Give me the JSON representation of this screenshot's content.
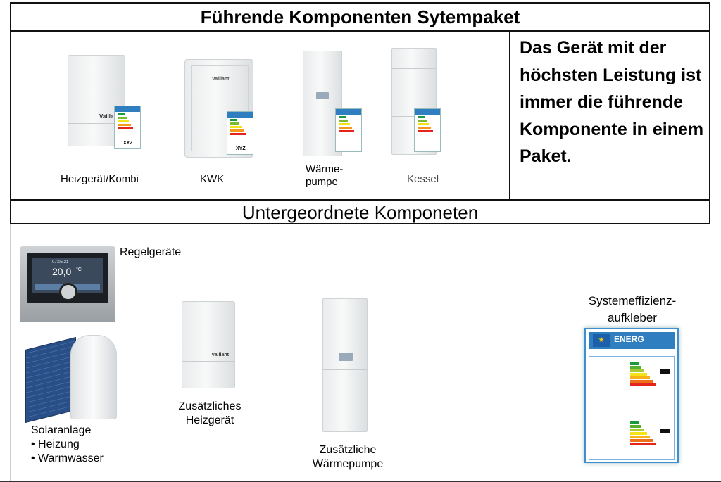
{
  "header": {
    "title": "Führende Komponenten Sytempaket",
    "subtitle": "Untergeordnete Komponeten"
  },
  "lead_text": "Das Gerät mit der höchsten Leistung ist immer die führende Komponente in einem Paket.",
  "top_products": [
    {
      "label": "Heizgerät/Kombi"
    },
    {
      "label": "KWK"
    },
    {
      "label_line1": "Wärme-",
      "label_line2": "pumpe"
    },
    {
      "label": "Kessel"
    }
  ],
  "mini_label_text": "XYZ",
  "brand": "Vaillant",
  "bottom": {
    "controller_label": "Regelgeräte",
    "controller_screen": {
      "temp": "20,0",
      "time": "07:05.21",
      "unit": "°C"
    },
    "solar": {
      "line1": "Solaranlage",
      "line2": "• Heizung",
      "line3": "• Warmwasser"
    },
    "extra_heater": {
      "line1": "Zusätzliches",
      "line2": "Heizgerät"
    },
    "extra_heatpump": {
      "line1": "Zusätzliche",
      "line2": "Wärmepumpe"
    },
    "sticker": {
      "line1": "Systemeffizienz-",
      "line2": "aufkleber",
      "energ_text": "ENERG"
    }
  },
  "colors": {
    "border": "#111111",
    "eu_blue": "#1d5fa8",
    "label_blue": "#2f7ec0"
  }
}
